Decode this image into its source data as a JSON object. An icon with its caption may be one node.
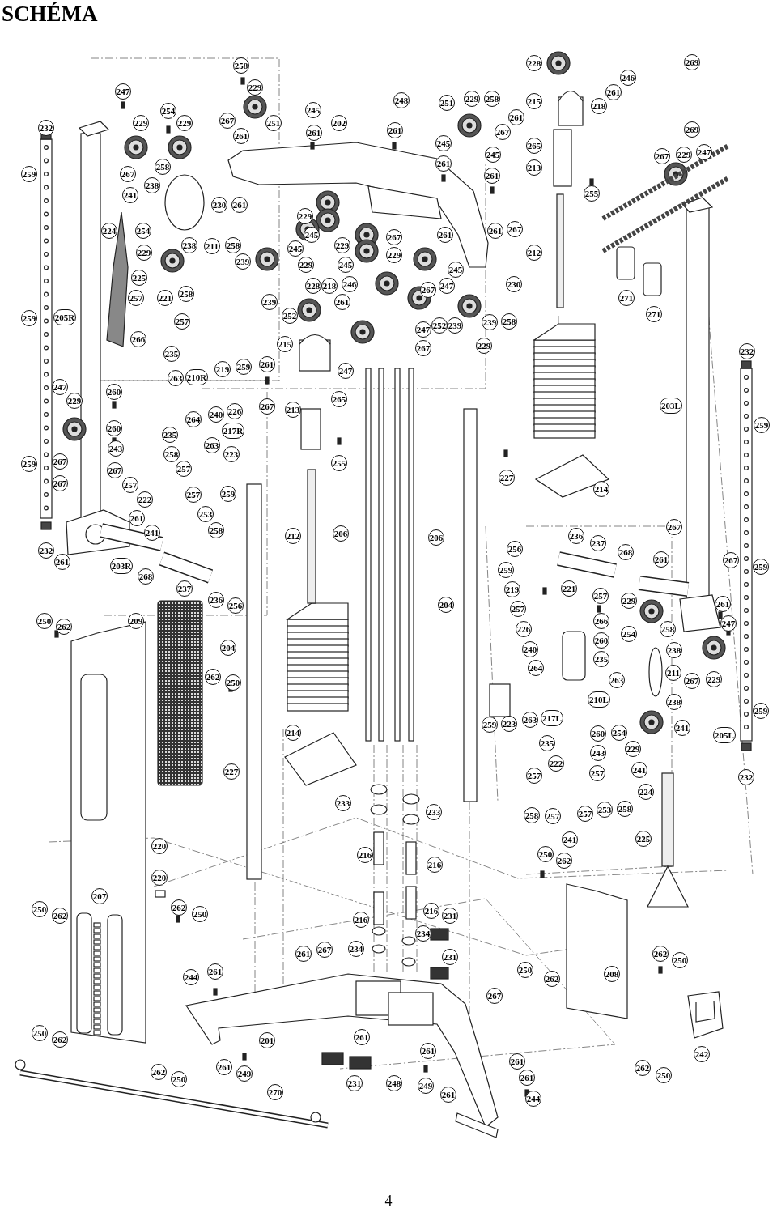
{
  "diagram": {
    "title": "SCHÉMA",
    "labels": [
      "258",
      "228",
      "269",
      "246",
      "247",
      "229",
      "261",
      "248",
      "251",
      "229",
      "258",
      "215",
      "218",
      "245",
      "254",
      "267",
      "229",
      "229",
      "251",
      "202",
      "232",
      "261",
      "261",
      "261",
      "261",
      "269",
      "267",
      "245",
      "265",
      "245",
      "267",
      "229",
      "247",
      "258",
      "213",
      "261",
      "259",
      "267",
      "261",
      "238",
      "255",
      "241",
      "230",
      "261",
      "229",
      "224",
      "254",
      "261",
      "267",
      "245",
      "267",
      "261",
      "238",
      "211",
      "258",
      "229",
      "245",
      "229",
      "212",
      "229",
      "239",
      "229",
      "245",
      "245",
      "225",
      "230",
      "228",
      "218",
      "246",
      "247",
      "267",
      "258",
      "257",
      "221",
      "271",
      "239",
      "261",
      "252",
      "259",
      "205R",
      "271",
      "257",
      "239",
      "252",
      "239",
      "258",
      "247",
      "266",
      "215",
      "229",
      "267",
      "232",
      "235",
      "261",
      "259",
      "219",
      "247",
      "210R",
      "263",
      "247",
      "260",
      "265",
      "229",
      "203L",
      "267",
      "213",
      "226",
      "240",
      "264",
      "259",
      "260",
      "217R",
      "235",
      "263",
      "243",
      "223",
      "258",
      "259",
      "267",
      "255",
      "257",
      "267",
      "227",
      "267",
      "257",
      "214",
      "259",
      "257",
      "222",
      "253",
      "261",
      "267",
      "258",
      "241",
      "206",
      "212",
      "236",
      "206",
      "237",
      "256",
      "232",
      "268",
      "261",
      "267",
      "261",
      "203R",
      "259",
      "259",
      "268",
      "237",
      "219",
      "221",
      "257",
      "236",
      "229",
      "261",
      "204",
      "256",
      "257",
      "250",
      "209",
      "266",
      "247",
      "262",
      "226",
      "254",
      "258",
      "260",
      "204",
      "240",
      "238",
      "235",
      "264",
      "211",
      "262",
      "263",
      "267",
      "229",
      "250",
      "210L",
      "238",
      "259",
      "263",
      "217L",
      "223",
      "259",
      "241",
      "214",
      "254",
      "260",
      "205L",
      "235",
      "229",
      "243",
      "222",
      "241",
      "227",
      "257",
      "257",
      "232",
      "224",
      "233",
      "253",
      "258",
      "233",
      "257",
      "258",
      "257",
      "225",
      "241",
      "220",
      "250",
      "216",
      "262",
      "216",
      "220",
      "207",
      "262",
      "250",
      "216",
      "250",
      "262",
      "231",
      "216",
      "234",
      "234",
      "267",
      "261",
      "262",
      "231",
      "250",
      "250",
      "261",
      "208",
      "244",
      "262",
      "267",
      "250",
      "261",
      "201",
      "262",
      "261",
      "242",
      "261",
      "261",
      "262",
      "262",
      "249",
      "250",
      "261",
      "250",
      "231",
      "248",
      "249",
      "270",
      "261",
      "244",
      "4"
    ]
  }
}
